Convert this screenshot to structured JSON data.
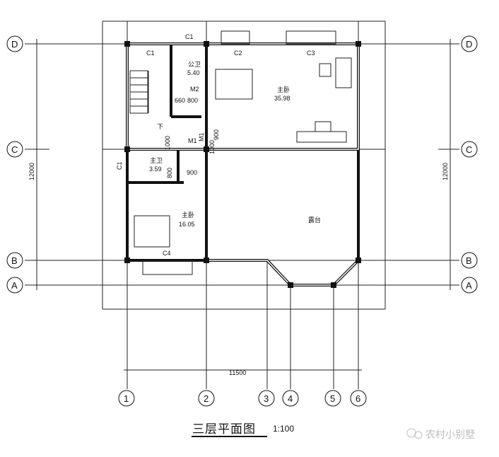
{
  "title": "三层平面图",
  "scale": "1:100",
  "watermark": "农村小别墅",
  "axes": {
    "rows": [
      "D",
      "C",
      "B",
      "A"
    ],
    "cols": [
      "1",
      "2",
      "3",
      "4",
      "5",
      "6"
    ],
    "vertical_dimension": "12000",
    "horizontal_dimension": "11500"
  },
  "labels": {
    "c1_top": "C1",
    "c1_stair": "C1",
    "c2": "C2",
    "c3": "C3",
    "public_bath": "公卫",
    "public_bath_area": "5.40",
    "m2": "M2",
    "d660": "660",
    "d800": "800",
    "master_bedroom": "主卧",
    "master_bedroom_area": "35.98",
    "down": "下",
    "m1_a": "M1",
    "m1_b": "M1",
    "d900_a": "900",
    "d1000_a": "1000",
    "d1000_b": "1000",
    "c1_left": "C1",
    "master_bath": "主卫",
    "master_bath_area": "3.59",
    "d800_b": "800",
    "d900_b": "900",
    "bedroom2": "主卧",
    "bedroom2_area": "16.05",
    "c4": "C4",
    "terrace": "露台"
  }
}
